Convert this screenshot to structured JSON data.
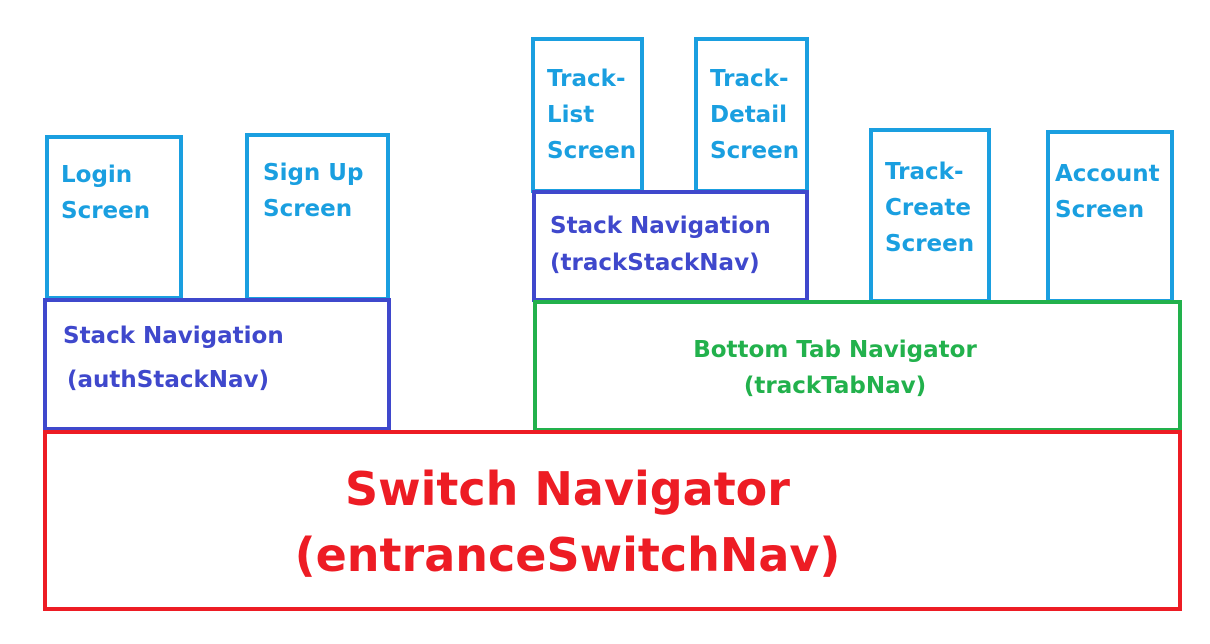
{
  "colors": {
    "screen": "#1a9fe0",
    "stack": "#3f48cc",
    "tab": "#22b14c",
    "switch": "#ed1c24"
  },
  "screens": {
    "login": "Login\nScreen",
    "signup": "Sign Up\nScreen",
    "track_list": "Track-\nList\nScreen",
    "track_detail": "Track-\nDetail\nScreen",
    "track_create": "Track-\nCreate\nScreen",
    "account": "Account\nScreen"
  },
  "auth_stack": {
    "title": "Stack Navigation",
    "name": "(authStackNav)"
  },
  "track_stack": {
    "title": "Stack Navigation",
    "name": "(trackStackNav)"
  },
  "tab_nav": {
    "title": "Bottom Tab Navigator",
    "name": "(trackTabNav)"
  },
  "switch_nav": {
    "title": "Switch Navigator",
    "name": "(entranceSwitchNav)"
  }
}
